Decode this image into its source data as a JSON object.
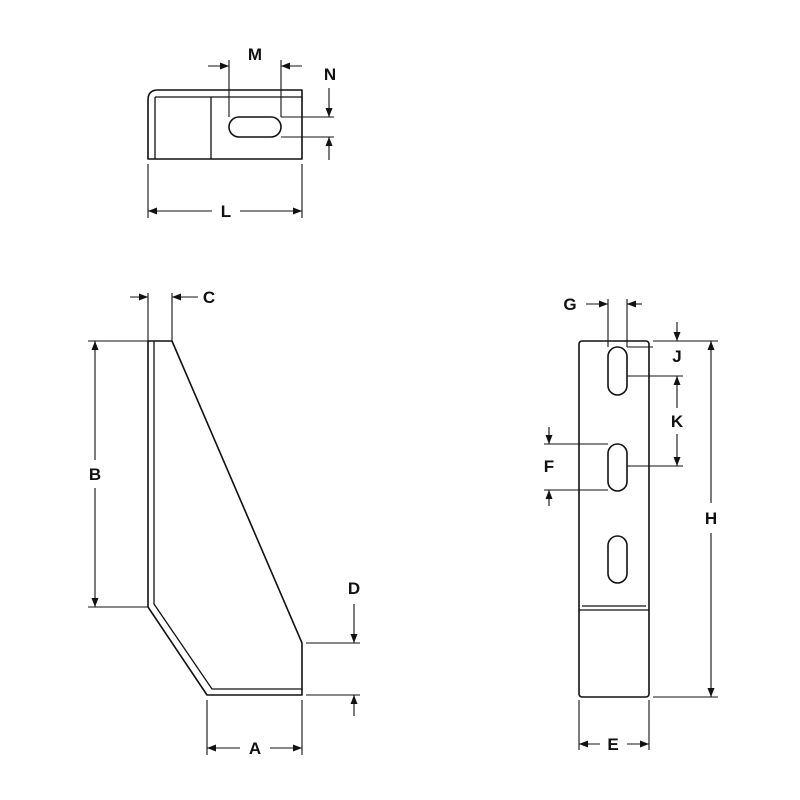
{
  "title": "Bracket dimension drawing",
  "labels": {
    "M": "M",
    "N": "N",
    "L": "L",
    "C": "C",
    "B": "B",
    "D": "D",
    "A": "A",
    "G": "G",
    "J": "J",
    "K": "K",
    "F": "F",
    "H": "H",
    "E": "E"
  },
  "colors": {
    "line": "#111111",
    "background": "#ffffff"
  }
}
